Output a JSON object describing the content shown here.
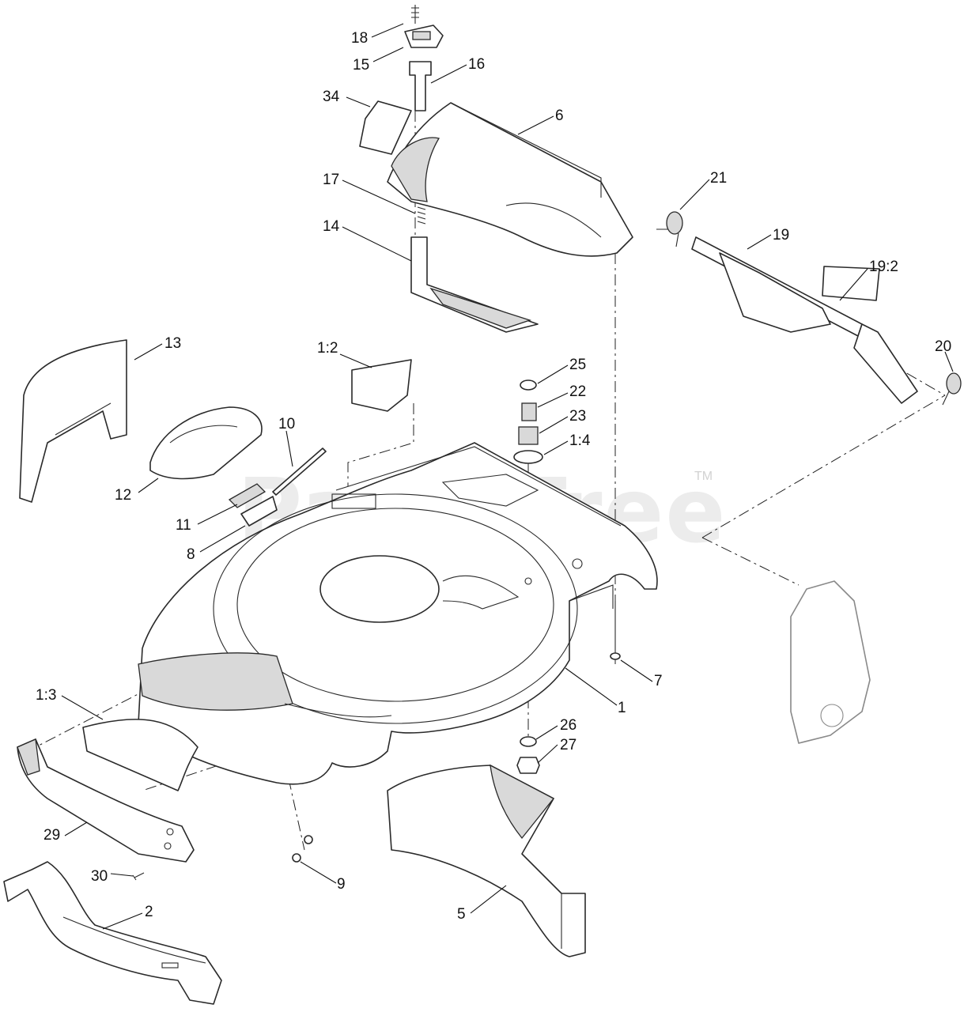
{
  "watermark": {
    "text": "PartsTree",
    "trademark": "TM"
  },
  "callouts": [
    {
      "label": "18"
    },
    {
      "label": "15"
    },
    {
      "label": "16"
    },
    {
      "label": "34"
    },
    {
      "label": "6"
    },
    {
      "label": "17"
    },
    {
      "label": "14"
    },
    {
      "label": "21"
    },
    {
      "label": "19"
    },
    {
      "label": "19:2"
    },
    {
      "label": "20"
    },
    {
      "label": "13"
    },
    {
      "label": "1:2"
    },
    {
      "label": "25"
    },
    {
      "label": "22"
    },
    {
      "label": "23"
    },
    {
      "label": "1:4"
    },
    {
      "label": "10"
    },
    {
      "label": "12"
    },
    {
      "label": "11"
    },
    {
      "label": "8"
    },
    {
      "label": "7"
    },
    {
      "label": "1"
    },
    {
      "label": "1:3"
    },
    {
      "label": "26"
    },
    {
      "label": "27"
    },
    {
      "label": "29"
    },
    {
      "label": "30"
    },
    {
      "label": "9"
    },
    {
      "label": "2"
    },
    {
      "label": "5"
    }
  ]
}
